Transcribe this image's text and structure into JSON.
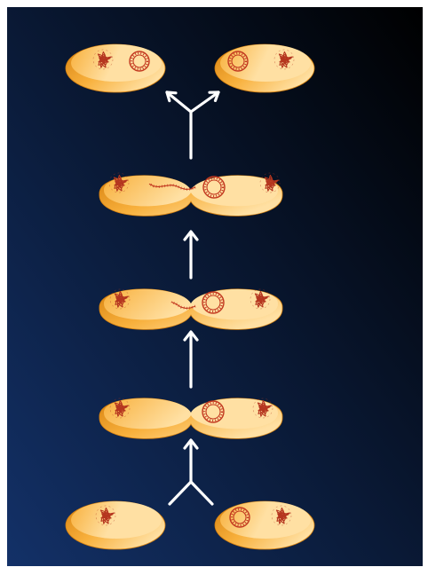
{
  "diagram": {
    "colors": {
      "background_top": "#000000",
      "background_bottom": "#133168",
      "cell_light": "#ffe0a3",
      "cell_mid": "#f8b03c",
      "cell_dark": "#d78210",
      "chromosome": "#b5361f",
      "plasmid": "#c2381f",
      "arrow": "#ffffff"
    },
    "stages": [
      {
        "stage": "donor-and-recipient",
        "cells": [
          "recipient-cell",
          "donor-cell-with-plasmid"
        ]
      },
      {
        "stage": "mating-pair",
        "plasmid_transfer": 0
      },
      {
        "stage": "transfer-in-progress",
        "plasmid_transfer": 0.4
      },
      {
        "stage": "transfer-nearly-complete",
        "plasmid_transfer": 0.85
      },
      {
        "stage": "two-donor-cells",
        "cells": [
          "new-donor-cell-with-plasmid",
          "donor-cell-with-plasmid"
        ]
      }
    ],
    "icons": [
      "chromosome-icon",
      "plasmid-icon",
      "arrow-icon"
    ]
  }
}
